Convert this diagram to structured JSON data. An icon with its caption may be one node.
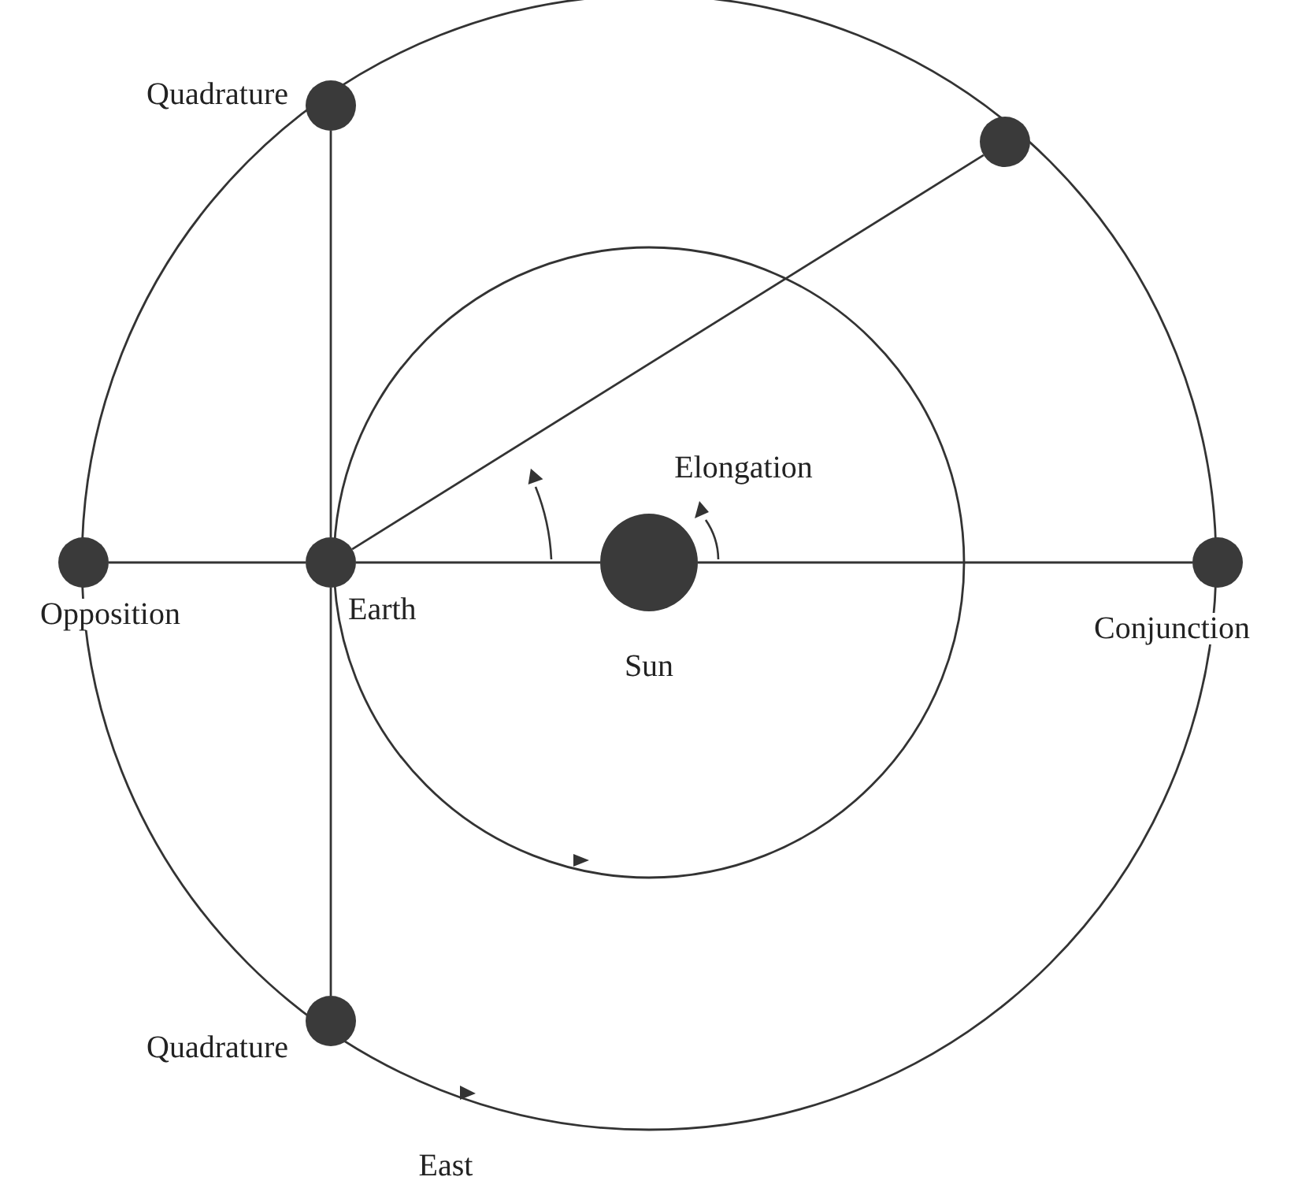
{
  "diagram": {
    "nodes": [
      {
        "text": [],
        "shape": "circle",
        "beside": [
          "Quadrature"
        ]
      },
      {
        "text": [],
        "shape": "circle"
      },
      {
        "text": [],
        "shape": "circle",
        "beside": [
          "Opposition"
        ]
      },
      {
        "text": [],
        "shape": "circle",
        "beside": [
          "Earth"
        ]
      },
      {
        "text": [],
        "shape": "circle",
        "beside": [
          "Sun"
        ]
      },
      {
        "text": [],
        "shape": "circle",
        "beside": [
          "Conjunction"
        ]
      },
      {
        "text": [],
        "shape": "circle",
        "beside": [
          "Quadrature"
        ]
      }
    ],
    "edges": [
      {
        "from": 3,
        "to": 0,
        "arrow": "none"
      },
      {
        "from": 3,
        "to": 1,
        "arrow": "none"
      },
      {
        "from": 2,
        "to": 3,
        "arrow": "none"
      },
      {
        "from": 3,
        "to": 4,
        "arrow": "none"
      },
      {
        "from": 4,
        "to": 5,
        "arrow": "none"
      },
      {
        "from": 3,
        "to": 6,
        "arrow": "none"
      }
    ],
    "labels": [
      "Elongation",
      "East"
    ]
  }
}
